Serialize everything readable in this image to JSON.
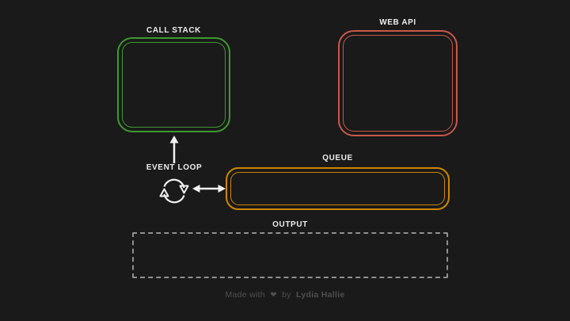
{
  "colors": {
    "background": "#1a1a1a",
    "label_text": "#ededed",
    "arrow": "#f2f2f2",
    "call_stack": "#3d9a2f",
    "web_api": "#c9584a",
    "queue": "#cf8600",
    "output_border": "#8f8f8f",
    "footer_text": "#4f4f4f"
  },
  "diagram": {
    "call_stack": {
      "label": "CALL STACK"
    },
    "web_api": {
      "label": "WEB API"
    },
    "queue": {
      "label": "QUEUE"
    },
    "event_loop": {
      "label": "EVENT LOOP"
    },
    "output": {
      "label": "OUTPUT"
    }
  },
  "icons": {
    "event_loop_icon": "cycle-arrows-icon",
    "stack_arrow": "arrow-up-icon",
    "queue_arrow": "arrow-left-right-icon",
    "heart": "❤"
  },
  "footer": {
    "made_with": "Made with",
    "by": "by",
    "author": "Lydia Hallie"
  }
}
